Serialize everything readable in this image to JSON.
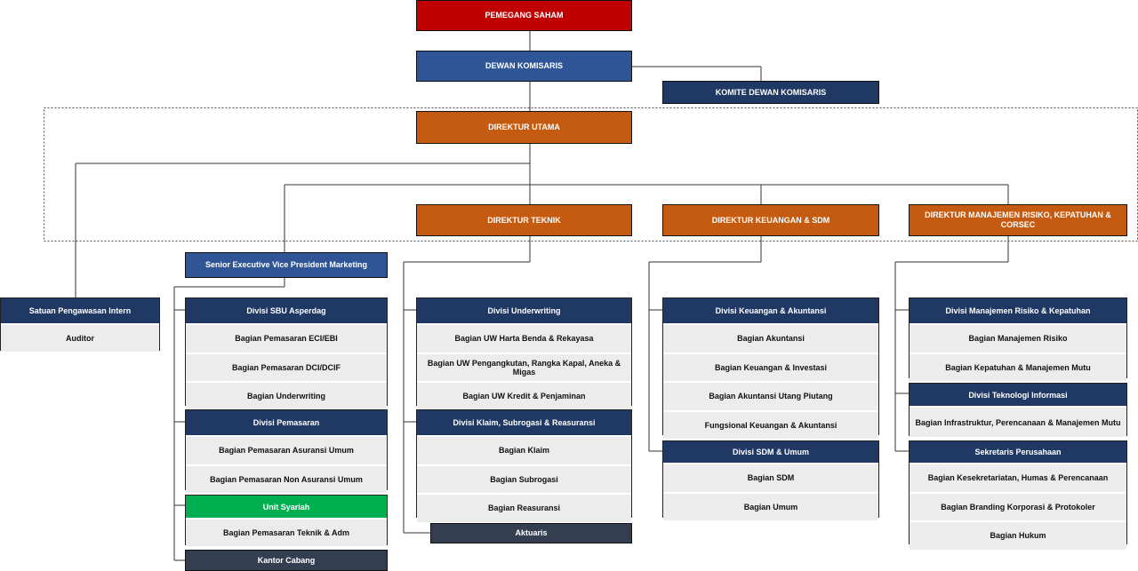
{
  "top": {
    "pemegang_saham": "PEMEGANG SAHAM",
    "dewan_komisaris": "DEWAN KOMISARIS",
    "komite": "KOMITE DEWAN KOMISARIS",
    "direktur_utama": "DIREKTUR UTAMA",
    "direktur_teknik": "DIREKTUR TEKNIK",
    "direktur_keuangan": "DIREKTUR KEUANGAN & SDM",
    "direktur_risiko": "DIREKTUR MANAJEMEN RISIKO, KEPATUHAN & CORSEC",
    "sevp": "Senior Executive Vice President Marketing"
  },
  "spi": {
    "title": "Satuan Pengawasan Intern",
    "items": [
      "Auditor"
    ]
  },
  "col1": {
    "sbu": {
      "title": "Divisi SBU Asperdag",
      "items": [
        "Bagian Pemasaran ECI/EBI",
        "Bagian Pemasaran DCI/DCIF",
        "Bagian Underwriting"
      ]
    },
    "pemasaran": {
      "title": "Divisi Pemasaran",
      "items": [
        "Bagian Pemasaran Asuransi Umum",
        "Bagian Pemasaran Non Asuransi Umum"
      ]
    },
    "syariah": {
      "title": "Unit Syariah",
      "items": [
        "Bagian Pemasaran Teknik & Adm"
      ]
    },
    "cabang": "Kantor Cabang"
  },
  "col2": {
    "underwriting": {
      "title": "Divisi Underwriting",
      "items": [
        "Bagian UW Harta Benda & Rekayasa",
        "Bagian UW Pengangkutan, Rangka Kapal, Aneka & Migas",
        "Bagian UW Kredit & Penjaminan"
      ]
    },
    "klaim": {
      "title": "Divisi Klaim, Subrogasi & Reasuransi",
      "items": [
        "Bagian Klaim",
        "Bagian Subrogasi",
        "Bagian Reasuransi"
      ]
    },
    "aktuaris": "Aktuaris"
  },
  "col3": {
    "keuangan": {
      "title": "Divisi Keuangan & Akuntansi",
      "items": [
        "Bagian Akuntansi",
        "Bagian Keuangan & Investasi",
        "Bagian Akuntansi Utang Piutang",
        "Fungsional Keuangan & Akuntansi"
      ]
    },
    "sdm": {
      "title": "Divisi SDM & Umum",
      "items": [
        "Bagian SDM",
        "Bagian Umum"
      ]
    }
  },
  "col4": {
    "risiko": {
      "title": "Divisi Manajemen Risiko & Kepatuhan",
      "items": [
        "Bagian Manajemen Risiko",
        "Bagian Kepatuhan & Manajemen Mutu"
      ]
    },
    "ti": {
      "title": "Divisi Teknologi Informasi",
      "items": [
        "Bagian Infrastruktur, Perencanaan & Manajemen Mutu"
      ]
    },
    "sekretaris": {
      "title": "Sekretaris Perusahaan",
      "items": [
        "Bagian Kesekretariatan, Humas & Perencanaan",
        "Bagian Branding Korporasi & Protokoler",
        "Bagian Hukum"
      ]
    }
  }
}
